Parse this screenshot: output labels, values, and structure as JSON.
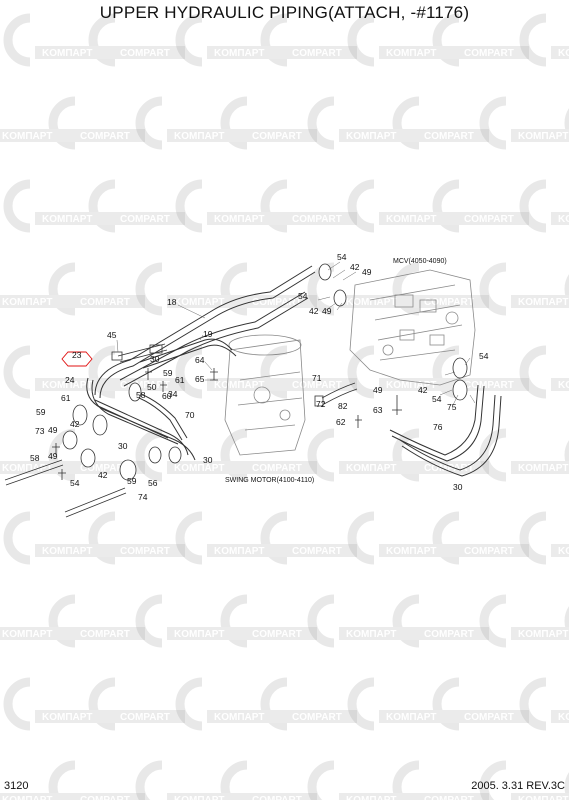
{
  "title": "UPPER HYDRAULIC PIPING(ATTACH, -#1176)",
  "footer": {
    "page_number": "3120",
    "date_revision": "2005. 3.31  REV.3C"
  },
  "watermark": {
    "text_a": "KOMПAPT",
    "text_b": "COMPART"
  },
  "captions": {
    "mcv": "MCV(4050-4090)",
    "swing_motor": "SWING MOTOR(4100-4110)"
  },
  "highlight_color": "#e01010",
  "callouts": [
    "54",
    "42",
    "49",
    "54",
    "42",
    "49",
    "18",
    "19",
    "45",
    "23",
    "24",
    "64",
    "65",
    "30",
    "59",
    "61",
    "50",
    "58",
    "34",
    "70",
    "71",
    "82",
    "72",
    "62",
    "63",
    "49",
    "42",
    "54",
    "54",
    "75",
    "76",
    "30",
    "61",
    "59",
    "49",
    "42",
    "73",
    "58",
    "60",
    "30",
    "59",
    "49",
    "56",
    "54",
    "30",
    "42",
    "74"
  ]
}
